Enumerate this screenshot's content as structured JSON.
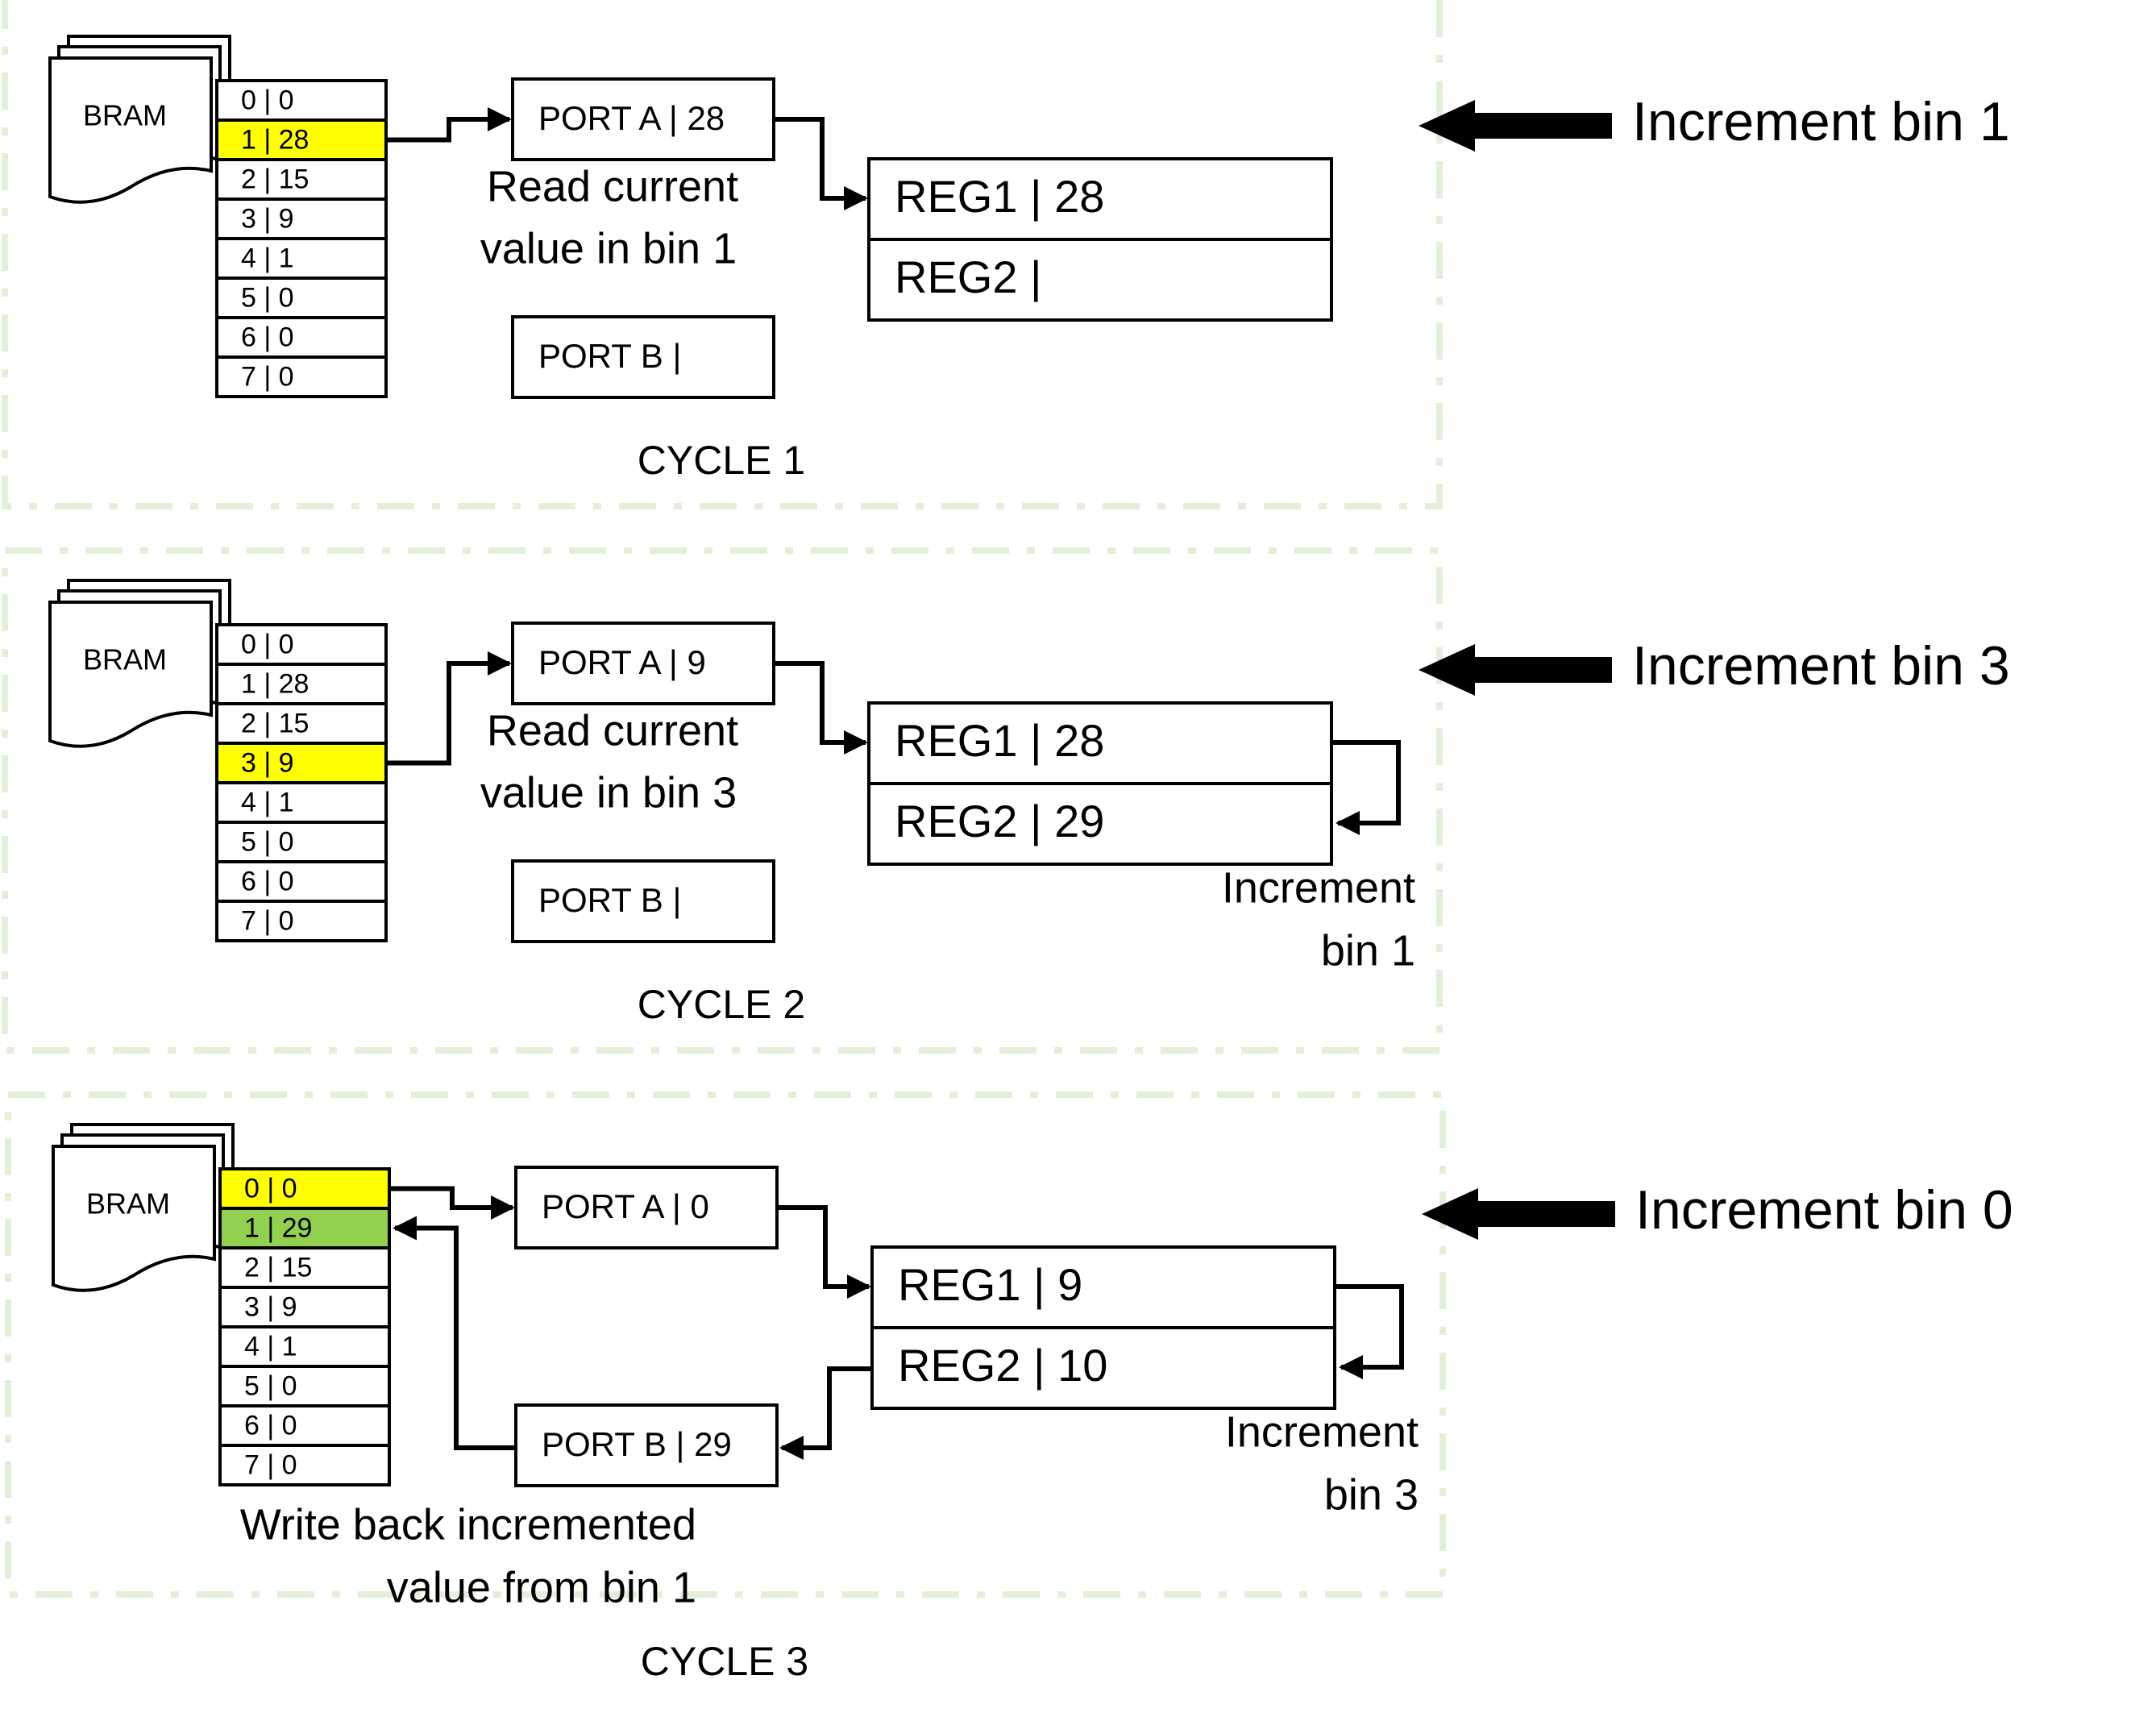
{
  "colors": {
    "highlight_read": "#ffff00",
    "highlight_write": "#92d050",
    "panel_border": "#e2efd9",
    "stroke": "#000000"
  },
  "cycles": [
    {
      "cycle_label": "CYCLE 1",
      "bram_label": "BRAM",
      "rows": [
        "0 | 0",
        "1 | 28",
        "2 | 15",
        "3 | 9",
        "4 | 1",
        "5 | 0",
        "6 | 0",
        "7 | 0"
      ],
      "read_row": 1,
      "write_row": null,
      "port_a": "PORT A | 28",
      "port_b": "PORT B |",
      "reg1": "REG1 | 28",
      "reg2": "REG2 |",
      "note_read": [
        "Read current",
        "value in bin 1"
      ],
      "note_increment": [],
      "note_write": [],
      "increment_arrow": "Increment bin 1"
    },
    {
      "cycle_label": "CYCLE 2",
      "bram_label": "BRAM",
      "rows": [
        "0 | 0",
        "1 | 28",
        "2 | 15",
        "3 | 9",
        "4 | 1",
        "5 | 0",
        "6 | 0",
        "7 | 0"
      ],
      "read_row": 3,
      "write_row": null,
      "port_a": "PORT A | 9",
      "port_b": "PORT B |",
      "reg1": "REG1 | 28",
      "reg2": "REG2 | 29",
      "note_read": [
        "Read current",
        "value in bin 3"
      ],
      "note_increment": [
        "Increment",
        "bin 1"
      ],
      "note_write": [],
      "increment_arrow": "Increment bin 3"
    },
    {
      "cycle_label": "CYCLE 3",
      "bram_label": "BRAM",
      "rows": [
        "0 | 0",
        "1 | 29",
        "2 | 15",
        "3 | 9",
        "4 | 1",
        "5 | 0",
        "6 | 0",
        "7 | 0"
      ],
      "read_row": 0,
      "write_row": 1,
      "port_a": "PORT A | 0",
      "port_b": "PORT B | 29",
      "reg1": "REG1 | 9",
      "reg2": "REG2 | 10",
      "note_read": [],
      "note_increment": [
        "Increment",
        "bin 3"
      ],
      "note_write": [
        "Write back incremented",
        "value from bin 1"
      ],
      "increment_arrow": "Increment bin 0"
    }
  ]
}
